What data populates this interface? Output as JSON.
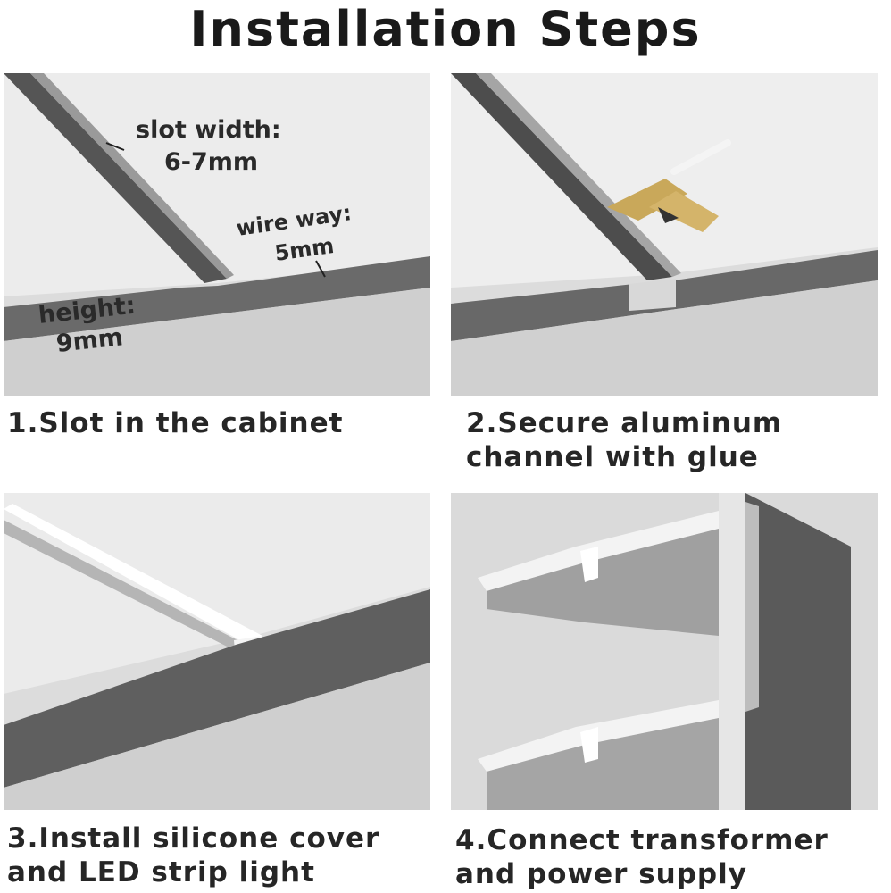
{
  "title": "Installation Steps",
  "steps": [
    {
      "caption_lines": [
        "1.Slot in the cabinet"
      ],
      "labels": {
        "slot_width_line1": "slot width:",
        "slot_width_line2": "6-7mm",
        "wire_way_line1": "wire way:",
        "wire_way_line2": "5mm",
        "height_line1": "height:",
        "height_line2": "9mm"
      }
    },
    {
      "caption_lines": [
        "2.Secure aluminum",
        "channel with glue"
      ]
    },
    {
      "caption_lines": [
        "3.Install silicone cover",
        "and LED strip light"
      ]
    },
    {
      "caption_lines": [
        "4.Connect transformer",
        "and power supply"
      ]
    }
  ],
  "colors": {
    "panel_bg": "#d7d7d7",
    "board_top": "#e9e9e9",
    "board_edge": "#6f6f6f",
    "channel": "#bdbdbd",
    "glue_gun": "#c9a85a"
  }
}
